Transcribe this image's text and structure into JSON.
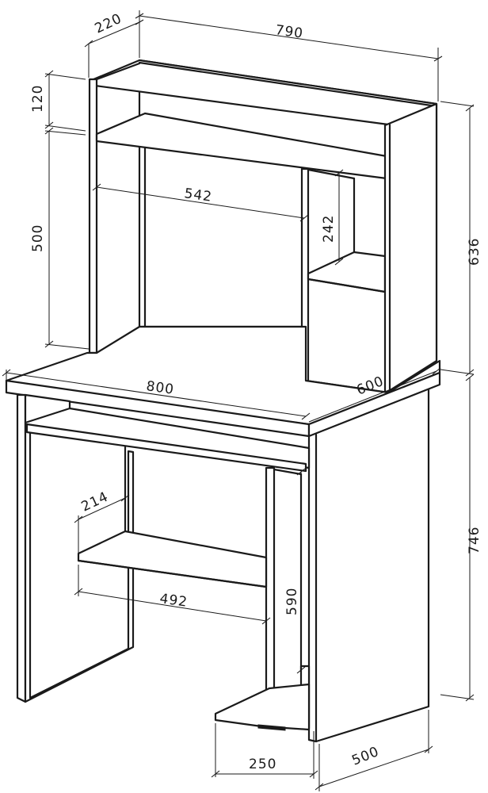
{
  "dimensions": {
    "hutch_depth": "220",
    "hutch_width": "790",
    "top_panel_height": "120",
    "hutch_opening_height": "500",
    "hutch_opening_width": "542",
    "hutch_shelf_gap": "242",
    "hutch_total_height": "636",
    "desk_width": "800",
    "desk_depth": "600",
    "desk_height": "746",
    "lower_shelf_depth": "214",
    "lower_shelf_width": "492",
    "side_support_height": "590",
    "foot_width": "250",
    "foot_depth": "500"
  },
  "colors": {
    "line": "#1a1a1a",
    "background": "#ffffff"
  }
}
